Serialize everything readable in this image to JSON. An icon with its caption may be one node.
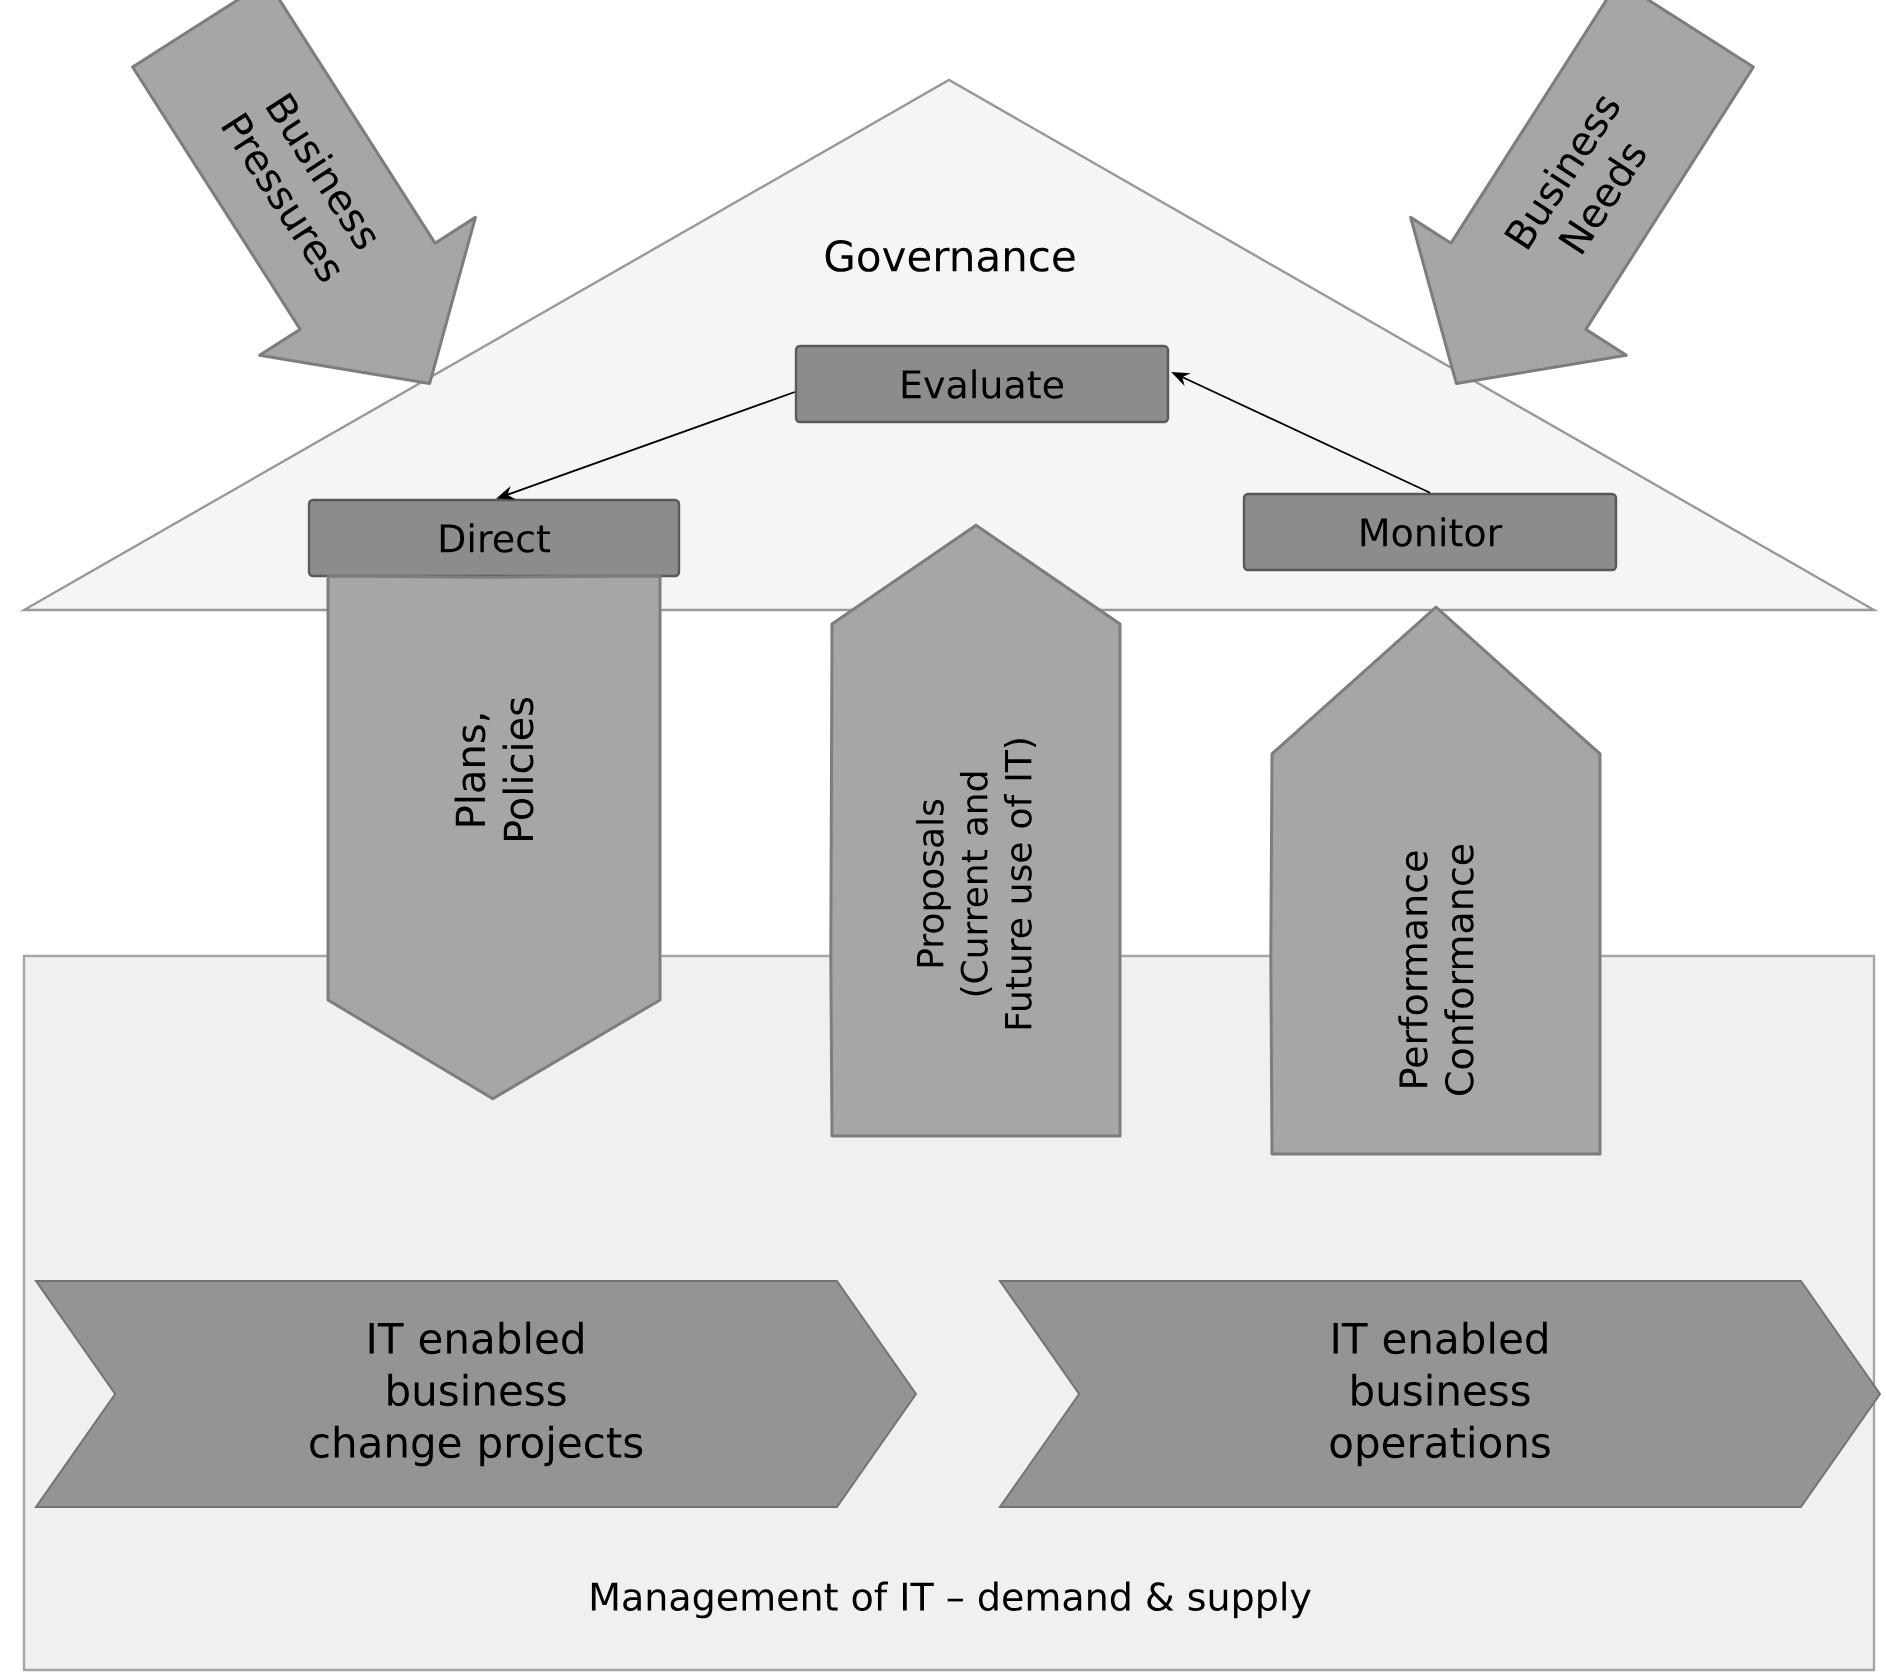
{
  "diagram": {
    "nodes": [
      {
        "text": [
          "Governance"
        ]
      },
      {
        "text": [
          "Evaluate"
        ],
        "in": 0
      },
      {
        "text": [
          "Direct"
        ],
        "in": 0
      },
      {
        "text": [
          "Monitor"
        ],
        "in": 0
      },
      {
        "text": [
          "Management of IT – demand & supply"
        ]
      },
      {
        "text": [
          "IT enabled business change projects"
        ],
        "in": 4
      },
      {
        "text": [
          "IT enabled business operations"
        ],
        "in": 4
      }
    ],
    "edges": [
      {
        "from": null,
        "to": 0,
        "arrow": "to",
        "label": "Business Pressures",
        "style": "thick"
      },
      {
        "from": null,
        "to": 0,
        "arrow": "to",
        "label": "Business Needs",
        "style": "thick"
      },
      {
        "from": 1,
        "to": 2,
        "arrow": "to",
        "color": "#000000"
      },
      {
        "from": 3,
        "to": 1,
        "arrow": "to",
        "color": "#000000"
      },
      {
        "from": 2,
        "to": 4,
        "arrow": "to",
        "label": "Plans, Policies",
        "style": "thick"
      },
      {
        "from": 4,
        "to": 1,
        "arrow": "to",
        "label": "Proposals (Current and Future use of IT)",
        "style": "thick"
      },
      {
        "from": 4,
        "to": 3,
        "arrow": "to",
        "label": "Performance Conformance",
        "style": "thick"
      }
    ]
  }
}
